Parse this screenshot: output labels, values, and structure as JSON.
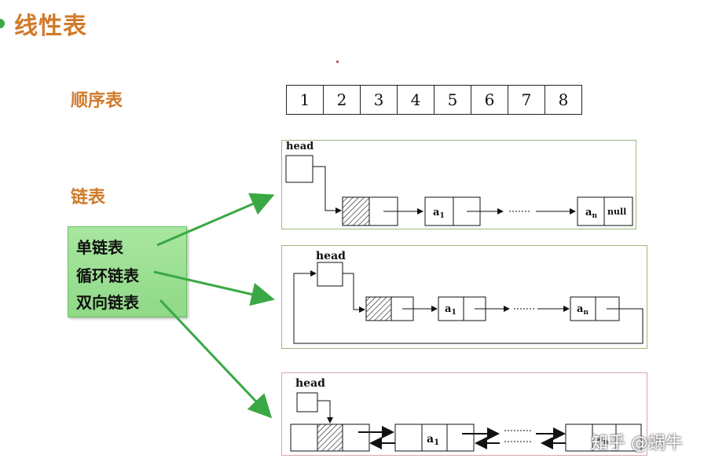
{
  "title": "线性表",
  "labels": {
    "sequential": "顺序表",
    "linked": "链表"
  },
  "sequential_cells": [
    "1",
    "2",
    "3",
    "4",
    "5",
    "6",
    "7",
    "8"
  ],
  "list_types": [
    "单链表",
    "循环链表",
    "双向链表"
  ],
  "singly": {
    "head": "head",
    "a1": "a",
    "a1_sub": "1",
    "an": "a",
    "an_sub": "n",
    "null": "null"
  },
  "circular": {
    "head": "head",
    "a1": "a",
    "a1_sub": "1",
    "an": "a",
    "an_sub": "n"
  },
  "doubly": {
    "head": "head",
    "a1": "a",
    "a1_sub": "1",
    "an": "a",
    "an_sub": "n"
  },
  "watermark": "知乎 @蜗牛",
  "colors": {
    "title": "#d07a2a",
    "arrow": "#3aa845",
    "box": "#9fe097"
  }
}
